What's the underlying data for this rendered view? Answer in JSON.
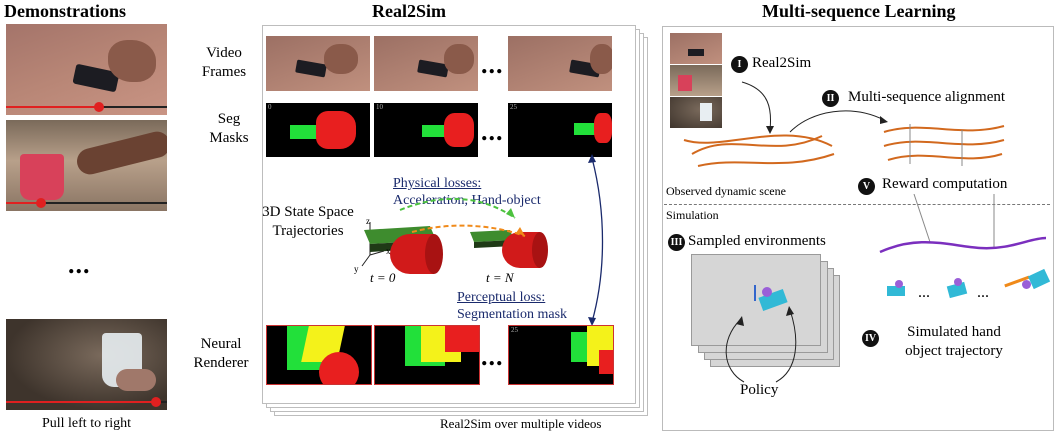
{
  "panels": {
    "demonstrations": {
      "title": "Demonstrations",
      "caption": "Pull left to right",
      "ellipsis": "..."
    },
    "real2sim": {
      "title": "Real2Sim",
      "row_labels": {
        "video_frames": "Video Frames",
        "seg_masks": "Seg Masks",
        "state_space": "3D State Space Trajectories",
        "neural_renderer": "Neural Renderer"
      },
      "ellipsis": "...",
      "physical_losses_title": "Physical losses:",
      "physical_losses_body": "Acceleration, Hand-object",
      "perceptual_loss_title": "Perceptual loss:",
      "perceptual_loss_body": "Segmentation mask",
      "t0": "t = 0",
      "tN": "t = N",
      "axes": {
        "z": "z",
        "x": "x",
        "y": "y"
      },
      "frame_numbers": [
        "0",
        "10",
        "25"
      ],
      "caption": "Real2Sim over multiple videos"
    },
    "multi_sequence": {
      "title": "Multi-sequence Learning",
      "steps": {
        "i": {
          "numeral": "I",
          "label": "Real2Sim"
        },
        "ii": {
          "numeral": "II",
          "label": "Multi-sequence alignment"
        },
        "iii": {
          "numeral": "III",
          "label": "Sampled environments"
        },
        "iv": {
          "numeral": "IV",
          "label": "Simulated hand object trajectory"
        },
        "v": {
          "numeral": "V",
          "label": "Reward computation"
        }
      },
      "observed_label": "Observed dynamic scene",
      "simulation_label": "Simulation",
      "policy_label": "Policy",
      "ellipsis": "..."
    }
  },
  "colors": {
    "mask_green": "#22e03a",
    "mask_red": "#e81f1f",
    "mask_yellow": "#f4f21a",
    "traj_orange": "#d2691e",
    "reward_purple": "#7b2fbe",
    "loss_blue": "#1a2a6c",
    "sim_cyan": "#31b9d6"
  }
}
